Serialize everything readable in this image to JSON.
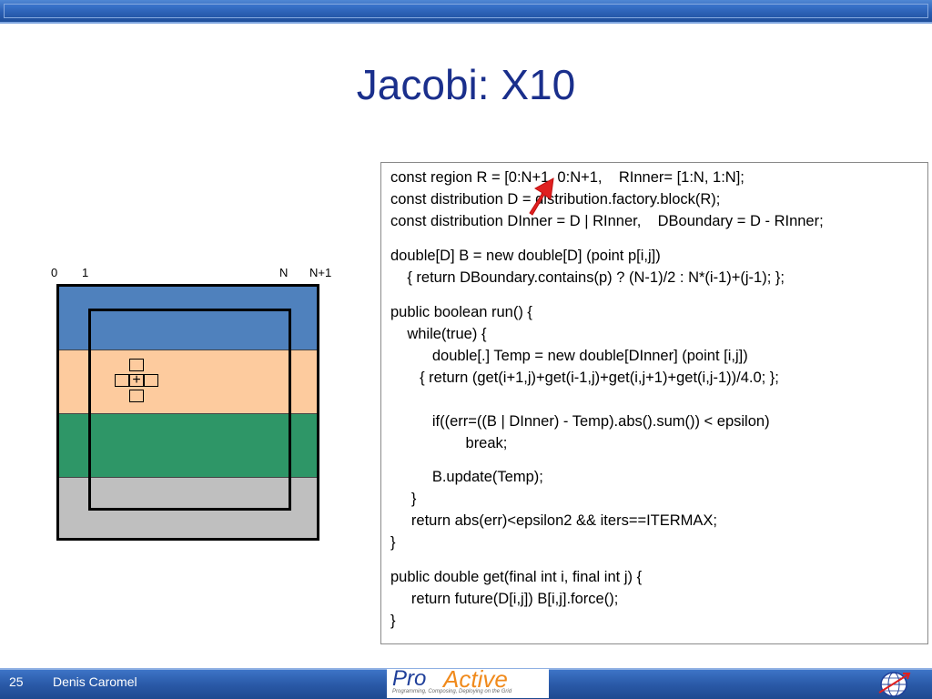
{
  "slide": {
    "title": "Jacobi: X10",
    "page_number": "25",
    "author": "Denis Caromel"
  },
  "diagram": {
    "labels": [
      "0",
      "1",
      "N",
      "N+1"
    ],
    "stencil_symbol": "+",
    "band_colors": [
      "#4f81bd",
      "#fdcb9e",
      "#2e9667",
      "#bfbfbf"
    ]
  },
  "code": {
    "block1": [
      "const region R = [0:N+1, 0:N+1,    RInner= [1:N, 1:N];",
      "const distribution D = distribution.factory.block(R);",
      "const distribution DInner = D | RInner,    DBoundary = D - RInner;"
    ],
    "block2": [
      "double[D] B = new double[D] (point p[i,j])",
      "    { return DBoundary.contains(p) ? (N-1)/2 : N*(i-1)+(j-1); };"
    ],
    "block3": [
      "public boolean run() {",
      "    while(true) {",
      "          double[.] Temp = new double[DInner] (point [i,j])",
      "       { return (get(i+1,j)+get(i-1,j)+get(i,j+1)+get(i,j-1))/4.0; };",
      "",
      "          if((err=((B | DInner) - Temp).abs().sum()) < epsilon)",
      "                  break;"
    ],
    "block4": [
      "          B.update(Temp);",
      "     }",
      "     return abs(err)<epsilon2 && iters==ITERMAX;",
      "}"
    ],
    "block5": [
      "public double get(final int i, final int j) {",
      "     return future(D[i,j]) B[i,j].force();",
      "}"
    ]
  },
  "logo": {
    "pro": "Pro",
    "active": "Active",
    "tagline": "Programming, Composing, Deploying on the Grid"
  },
  "colors": {
    "title": "#1a2f8c",
    "bar": "#2a5aa8",
    "arrow": "#e02020",
    "logo_orange": "#f08a1c",
    "logo_blue": "#1f3f9a"
  }
}
